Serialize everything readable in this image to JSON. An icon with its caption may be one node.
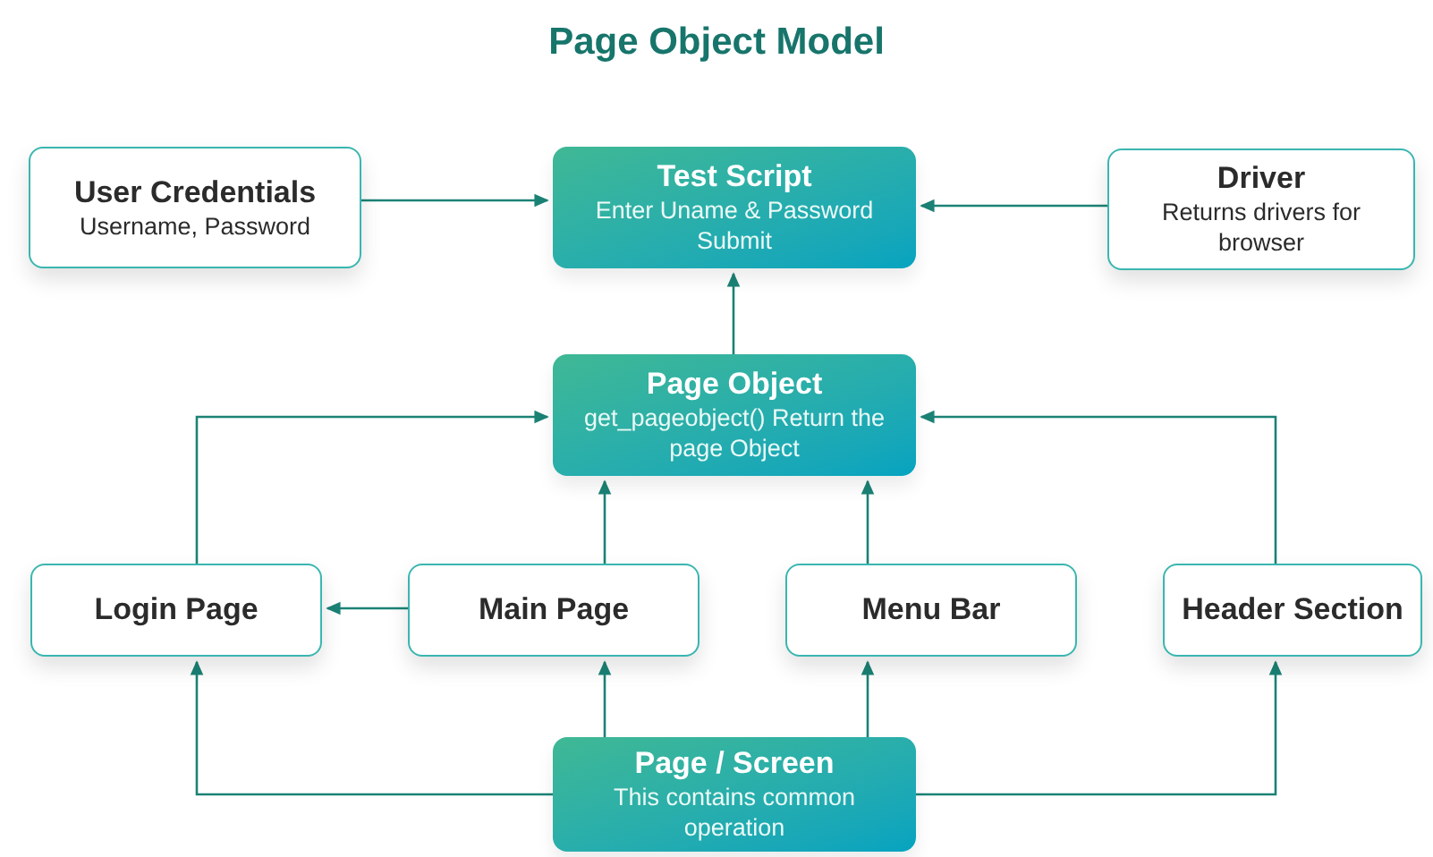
{
  "diagram": {
    "title": "Page Object Model",
    "nodes": [
      {
        "text": [
          "User Credentials",
          "Username, Password"
        ]
      },
      {
        "text": [
          "Test Script",
          "Enter Uname & Password Submit"
        ]
      },
      {
        "text": [
          "Driver",
          "Returns drivers for browser"
        ]
      },
      {
        "text": [
          "Page Object",
          "get_pageobject() Return the page Object"
        ]
      },
      {
        "text": [
          "Login Page"
        ]
      },
      {
        "text": [
          "Main Page"
        ]
      },
      {
        "text": [
          "Menu Bar"
        ]
      },
      {
        "text": [
          "Header Section"
        ]
      },
      {
        "text": [
          "Page / Screen",
          "This contains common operation"
        ]
      }
    ],
    "edges": [
      {
        "from": 0,
        "to": 1,
        "arrow": "to"
      },
      {
        "from": 2,
        "to": 1,
        "arrow": "to"
      },
      {
        "from": 3,
        "to": 1,
        "arrow": "to"
      },
      {
        "from": 4,
        "to": 3,
        "arrow": "to"
      },
      {
        "from": 5,
        "to": 3,
        "arrow": "to"
      },
      {
        "from": 6,
        "to": 3,
        "arrow": "to"
      },
      {
        "from": 7,
        "to": 3,
        "arrow": "to"
      },
      {
        "from": 5,
        "to": 4,
        "arrow": "to"
      },
      {
        "from": 8,
        "to": 4,
        "arrow": "to"
      },
      {
        "from": 8,
        "to": 5,
        "arrow": "to"
      },
      {
        "from": 8,
        "to": 6,
        "arrow": "to"
      },
      {
        "from": 8,
        "to": 7,
        "arrow": "to"
      }
    ]
  }
}
